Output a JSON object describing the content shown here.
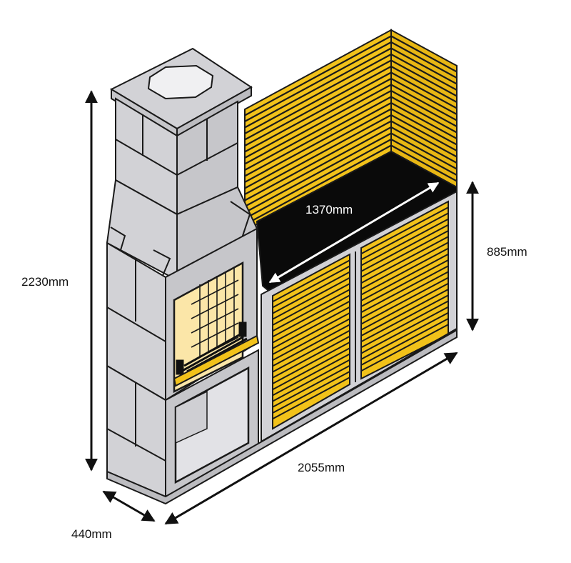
{
  "dimensions": {
    "height": "2230mm",
    "counter_height": "885mm",
    "worktop_length": "1370mm",
    "total_length": "2055mm",
    "depth": "440mm"
  },
  "colors": {
    "stone": "#d2d2d6",
    "stone_side": "#c6c6ca",
    "outline": "#1a1a1a",
    "wood": "#f2c21a",
    "firebrick": "#fbe6a8",
    "worktop": "#0a0a0a",
    "arrow": "#111111"
  }
}
